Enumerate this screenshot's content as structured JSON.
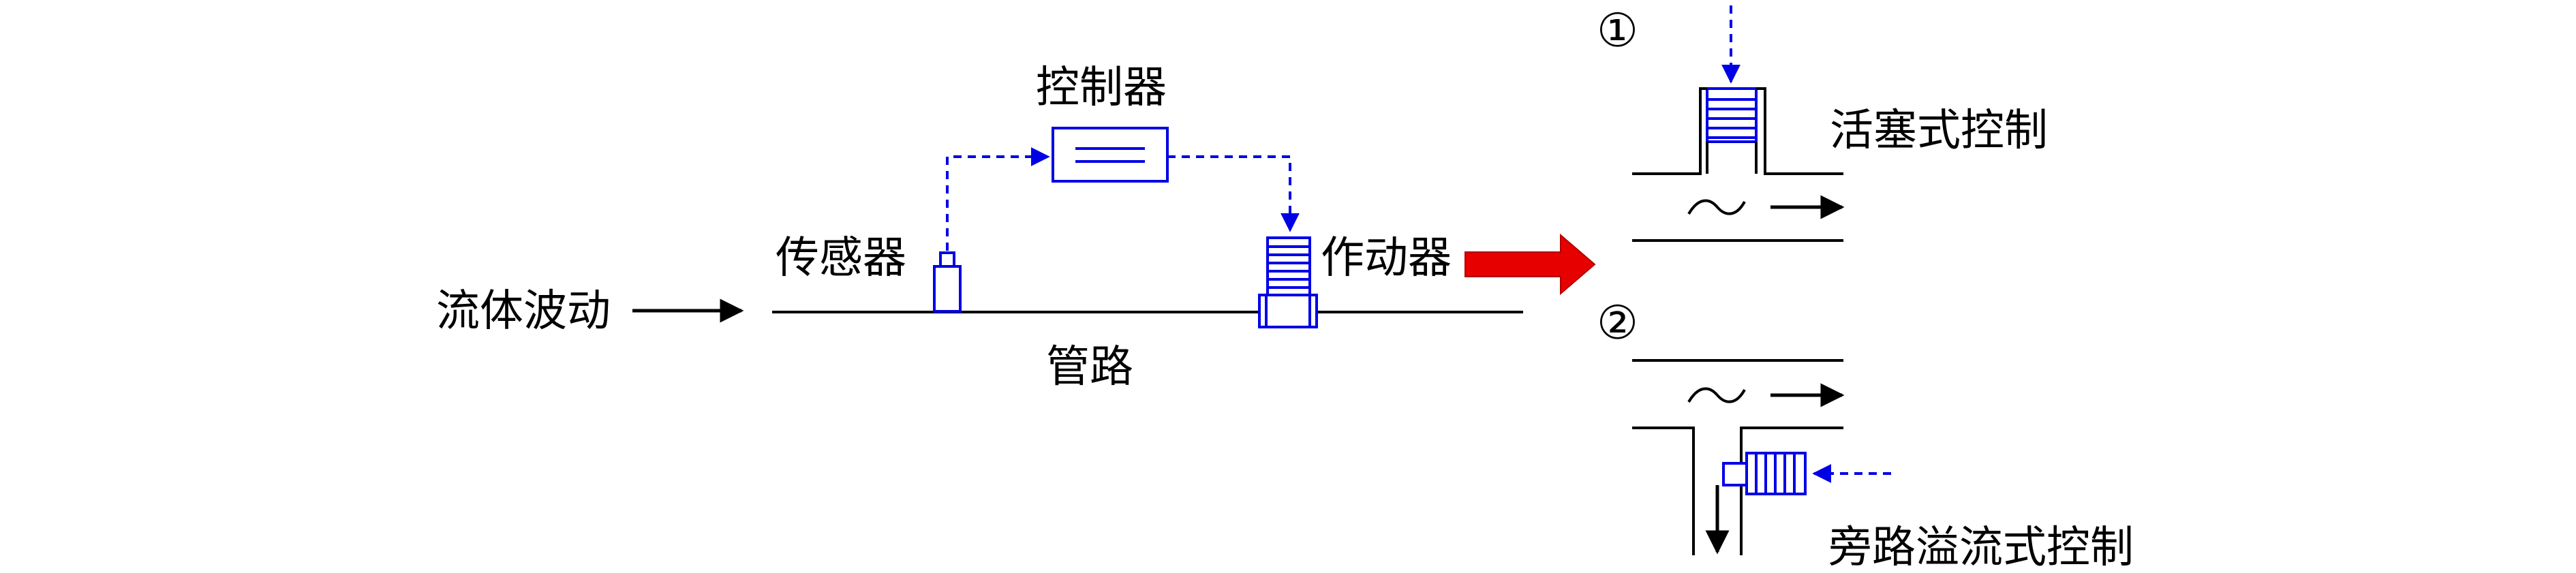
{
  "labels": {
    "fluid_wave": "流体波动",
    "sensor": "传感器",
    "controller": "控制器",
    "actuator": "作动器",
    "pipe": "管路",
    "piston_control": "活塞式控制",
    "bypass_control": "旁路溢流式控制",
    "marker_1": "①",
    "marker_2": "②"
  },
  "colors": {
    "signal": "#0000e6",
    "device_stroke": "#0000e6",
    "pipe_stroke": "#000000",
    "highlight_arrow": "#e60000"
  }
}
